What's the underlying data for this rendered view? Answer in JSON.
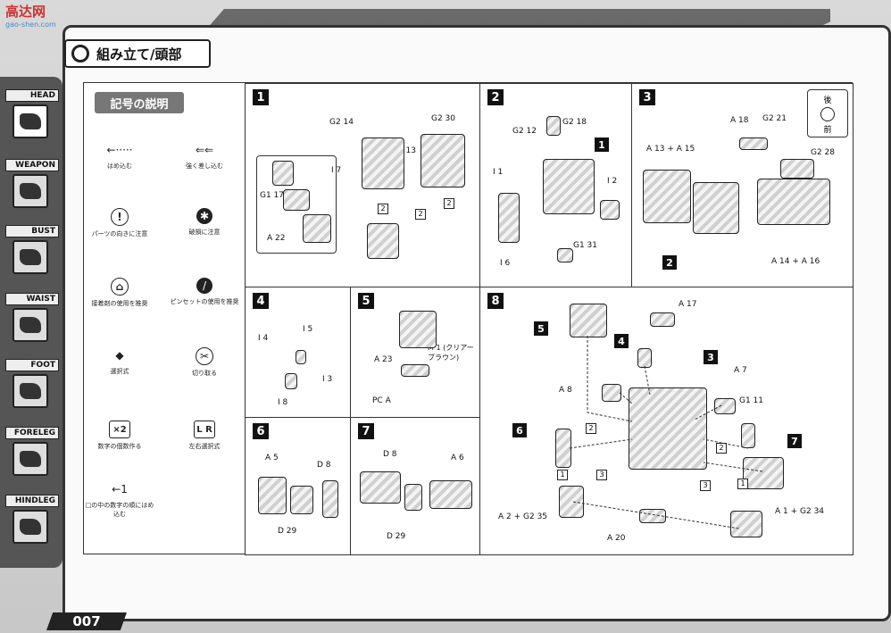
{
  "logo": {
    "main": "高达网",
    "sub": "gao-shen.com"
  },
  "page": {
    "title": "組み立て/頭部",
    "number": "007"
  },
  "nav": [
    {
      "label": "HEAD",
      "active": true
    },
    {
      "label": "WEAPON"
    },
    {
      "label": "BUST"
    },
    {
      "label": "WAIST"
    },
    {
      "label": "FOOT"
    },
    {
      "label": "FORELEG"
    },
    {
      "label": "HINDLEG"
    }
  ],
  "legend": {
    "title": "記号の説明",
    "items": [
      {
        "symbol": "←·····",
        "text": "はめ込む",
        "icon": "dashed-arrow-icon"
      },
      {
        "symbol": "⇐⇐",
        "text": "強く差し込む",
        "icon": "double-arrow-icon"
      },
      {
        "symbol": "!",
        "text": "パーツの向きに注意",
        "icon": "caution-icon"
      },
      {
        "symbol": "✱",
        "text": "破損に注意",
        "icon": "breakage-icon"
      },
      {
        "symbol": "⌂",
        "text": "接着剤の使用を推奨",
        "icon": "glue-icon"
      },
      {
        "symbol": "/",
        "text": "ピンセットの使用を推奨",
        "icon": "tweezers-icon"
      },
      {
        "symbol": "◆",
        "text": "選択式",
        "icon": "choice-icon"
      },
      {
        "symbol": "✂",
        "text": "切り取る",
        "icon": "cut-icon"
      },
      {
        "symbol": "×2",
        "text": "数字の個数作る",
        "icon": "multiply-icon"
      },
      {
        "symbol": "L R",
        "text": "左右選択式",
        "icon": "left-right-icon"
      },
      {
        "symbol": "←1",
        "text": "□の中の数字の順にはめ込む",
        "icon": "order-arrow-icon"
      }
    ]
  },
  "steps": {
    "s1": {
      "num": "1",
      "labels": [
        "G2 14",
        "G2 30",
        "G1 13",
        "I 7",
        "G1 17",
        "A 22"
      ],
      "seq": [
        "2",
        "2",
        "2"
      ]
    },
    "s2": {
      "num": "2",
      "labels": [
        "G2 18",
        "G2 12",
        "I 1",
        "I 2",
        "G1 31",
        "I 6"
      ],
      "ref": "1"
    },
    "s3": {
      "num": "3",
      "labels": [
        "A 18",
        "G2 21",
        "A 13 + A 15",
        "G2 28",
        "A 14 + A 16"
      ],
      "ref": "2",
      "inset": {
        "top": "後",
        "bottom": "前"
      }
    },
    "s4": {
      "num": "4",
      "labels": [
        "I 4",
        "I 5",
        "I 3",
        "I 8"
      ]
    },
    "s5": {
      "num": "5",
      "labels": [
        "M 1 (クリアー ブラウン)",
        "A 23",
        "PC A"
      ]
    },
    "s6": {
      "num": "6",
      "labels": [
        "A 5",
        "D 8",
        "D 29"
      ]
    },
    "s7": {
      "num": "7",
      "labels": [
        "D 8",
        "A 6",
        "D 29"
      ]
    },
    "s8": {
      "num": "8",
      "labels": [
        "A 17",
        "A 8",
        "A 7",
        "G1 11",
        "A 2 + G2 35",
        "A 20",
        "A 1 + G2 34"
      ],
      "refs": [
        "5",
        "4",
        "3",
        "6",
        "7"
      ],
      "seq": [
        "2",
        "2",
        "1",
        "3",
        "3",
        "1"
      ]
    }
  }
}
